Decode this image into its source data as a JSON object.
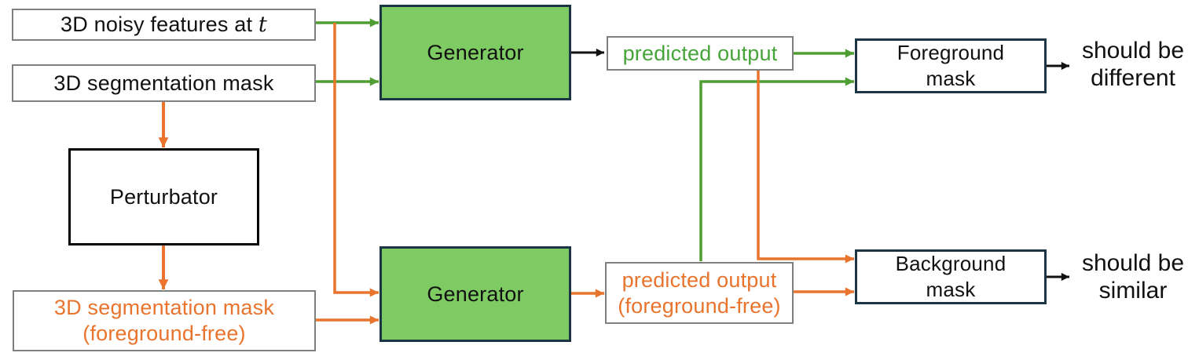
{
  "colors": {
    "green_fill": "#7ECB63",
    "green_arrow": "#4F9E33",
    "green_text": "#46A43A",
    "orange": "#E8742E",
    "dark_border": "#1B3642",
    "gray_border": "#7F7F7F",
    "black": "#111111"
  },
  "nodes": {
    "noisy_features": {
      "label_prefix": "3D noisy features at ",
      "label_var": "t"
    },
    "seg_mask": {
      "label": "3D segmentation mask"
    },
    "perturbator": {
      "label": "Perturbator"
    },
    "ff_seg_mask": {
      "line1": "3D segmentation mask",
      "line2": "(foreground-free)"
    },
    "generator_top": {
      "label": "Generator"
    },
    "generator_bottom": {
      "label": "Generator"
    },
    "predicted_output": {
      "label": "predicted output"
    },
    "predicted_output_ff": {
      "line1": "predicted output",
      "line2": "(foreground-free)"
    },
    "foreground_mask": {
      "line1": "Foreground",
      "line2": "mask"
    },
    "background_mask": {
      "line1": "Background",
      "line2": "mask"
    }
  },
  "annotations": {
    "different": {
      "line1": "should be",
      "line2": "different"
    },
    "similar": {
      "line1": "should be",
      "line2": "similar"
    }
  }
}
